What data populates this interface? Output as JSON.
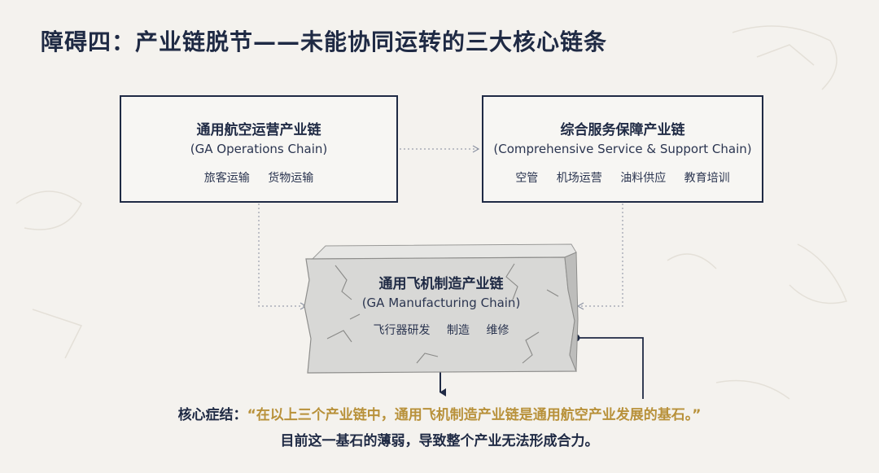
{
  "title": "障碍四：产业链脱节——未能协同运转的三大核心链条",
  "ops_chain": {
    "name": "通用航空运营产业链",
    "name_en": "(GA Operations Chain)",
    "items": [
      "旅客运输",
      "货物运输"
    ]
  },
  "service_chain": {
    "name": "综合服务保障产业链",
    "name_en": "(Comprehensive Service & Support Chain)",
    "items": [
      "空管",
      "机场运营",
      "油料供应",
      "教育培训"
    ]
  },
  "manufacturing_chain": {
    "name": "通用飞机制造产业链",
    "name_en": "(GA Manufacturing Chain)",
    "items": [
      "飞行器研发",
      "制造",
      "维修"
    ]
  },
  "diagnosis": {
    "label": "核心症结：",
    "quote": "“在以上三个产业链中，通用飞机制造产业链是通用航空产业发展的基石。”",
    "line2": "目前这一基石的薄弱，导致整个产业无法形成合力。"
  },
  "colors": {
    "navy": "#1f2a44",
    "gold": "#b8913a",
    "stone": "#d9d9d7",
    "background": "#f4f2ee"
  }
}
